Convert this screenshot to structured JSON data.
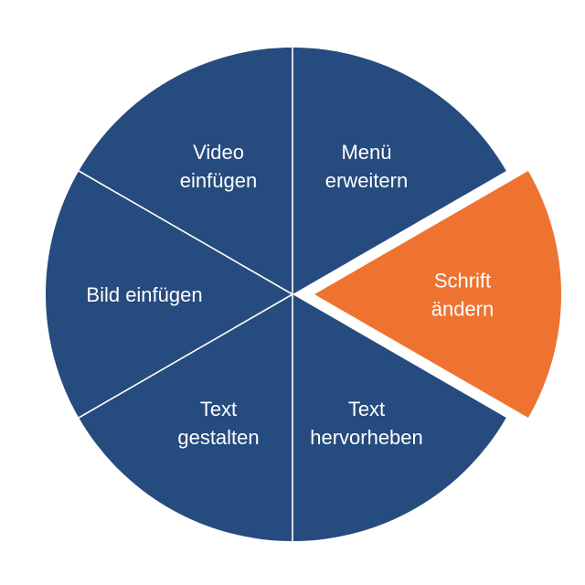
{
  "pie_menu": {
    "slices": [
      {
        "id": "menu-erweitern",
        "lines": [
          "Menü",
          "erweitern"
        ],
        "color": "#264b7e",
        "highlighted": false
      },
      {
        "id": "schrift-aendern",
        "lines": [
          "Schrift",
          "ändern"
        ],
        "color": "#ee7331",
        "highlighted": true
      },
      {
        "id": "text-hervorheben",
        "lines": [
          "Text",
          "hervorheben"
        ],
        "color": "#264b7e",
        "highlighted": false
      },
      {
        "id": "text-gestalten",
        "lines": [
          "Text",
          "gestalten"
        ],
        "color": "#264b7e",
        "highlighted": false
      },
      {
        "id": "bild-einfuegen",
        "lines": [
          "Bild einfügen"
        ],
        "color": "#264b7e",
        "highlighted": false
      },
      {
        "id": "video-einfuegen",
        "lines": [
          "Video",
          "einfügen"
        ],
        "color": "#264b7e",
        "highlighted": false
      }
    ],
    "divider_color": "#ffffff"
  }
}
